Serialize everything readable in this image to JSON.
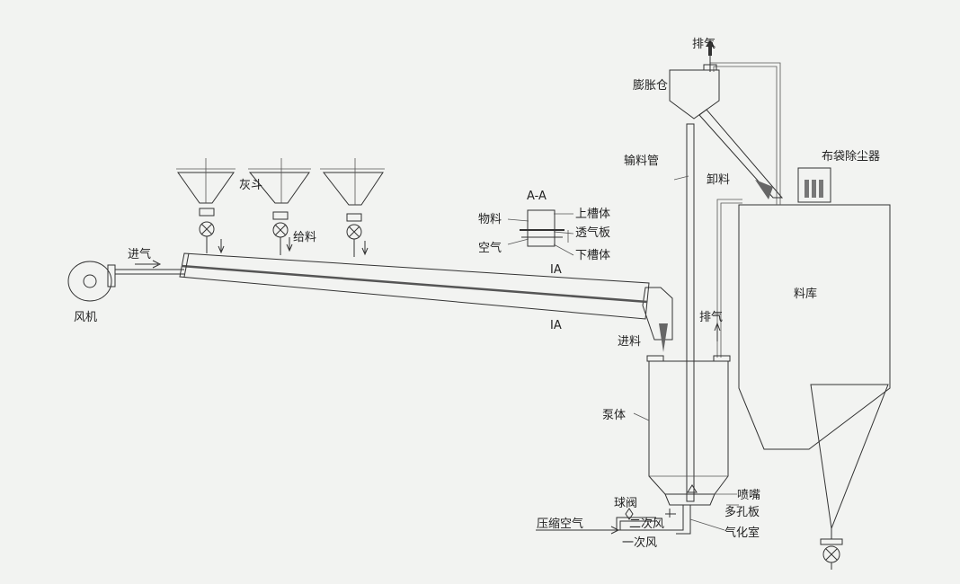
{
  "labels": {
    "exhaust_top": "排气",
    "expansion_bin": "膨胀仓",
    "bag_filter": "布袋除尘器",
    "conveying_pipe": "输料管",
    "discharge": "卸料",
    "ash_hopper": "灰斗",
    "feeding": "给料",
    "section_title": "A-A",
    "material": "物料",
    "upper_trough": "上槽体",
    "air_permeable_plate": "透气板",
    "air": "空气",
    "lower_trough": "下槽体",
    "section_mark_top": "IA",
    "section_mark_bottom": "IA",
    "air_inlet": "进气",
    "fan": "风机",
    "exhaust_mid": "排气",
    "silo": "料库",
    "material_inlet": "进料",
    "pump_body": "泵体",
    "nozzle": "喷嘴",
    "ball_valve": "球阀",
    "secondary_air": "二次风",
    "perforated_plate": "多孔板",
    "compressed_air": "压缩空气",
    "primary_air": "一次风",
    "gasification_chamber": "气化室"
  },
  "colors": {
    "background": "#f2f3f1",
    "line": "#333333",
    "metal_light": "#f4f4f4",
    "metal_dark": "#8a8a8a"
  }
}
